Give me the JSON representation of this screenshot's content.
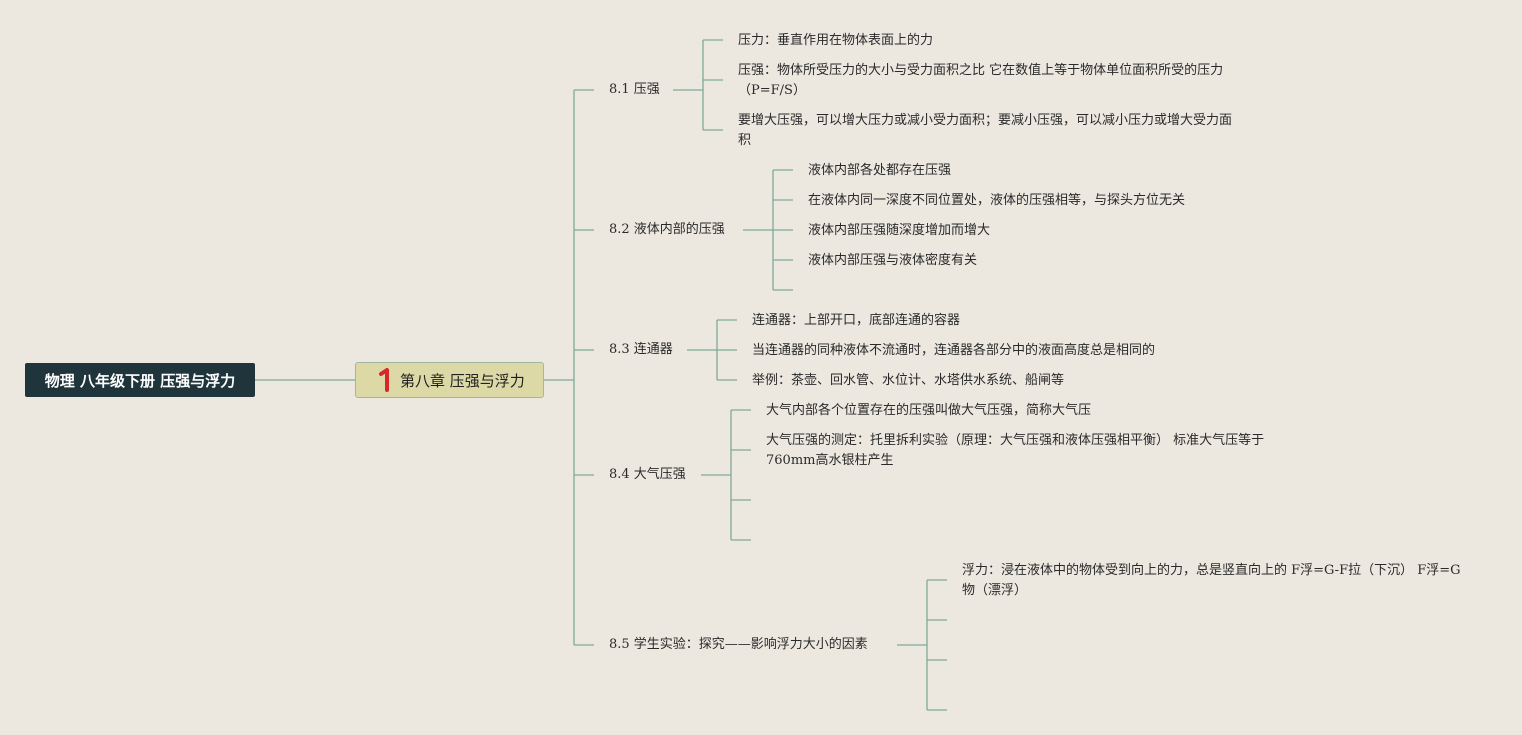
{
  "root": {
    "label": "物理 八年级下册 压强与浮力"
  },
  "chapter": {
    "number": "1",
    "label": "第八章 压强与浮力",
    "number_color": "#d9262b"
  },
  "colors": {
    "line": "#7faa95",
    "root_bg": "#1f343b",
    "chapter_bg": "#dcd9a6"
  },
  "sections": [
    {
      "label": "8.1 压强",
      "items": [
        "压力：垂直作用在物体表面上的力",
        "压强：物体所受压力的大小与受力面积之比 它在数值上等于物体单位面积所受的压力（P=F/S）",
        "要增大压强，可以增大压力或减小受力面积；要减小压强，可以减小压力或增大受力面积"
      ]
    },
    {
      "label": "8.2 液体内部的压强",
      "items": [
        "液体内部各处都存在压强",
        "在液体内同一深度不同位置处，液体的压强相等，与探头方位无关",
        "液体内部压强随深度增加而增大",
        "液体内部压强与液体密度有关",
        ""
      ]
    },
    {
      "label": "8.3 连通器",
      "items": [
        "连通器：上部开口，底部连通的容器",
        "当连通器的同种液体不流通时，连通器各部分中的液面高度总是相同的",
        "举例：茶壶、回水管、水位计、水塔供水系统、船闸等"
      ]
    },
    {
      "label": "8.4 大气压强",
      "items": [
        "大气内部各个位置存在的压强叫做大气压强，简称大气压",
        "大气压强的测定：托里拆利实验（原理：大气压强和液体压强相平衡） 标准大气压等于760mm高水银柱产生",
        "",
        ""
      ]
    },
    {
      "label": "8.5 学生实验：探究——影响浮力大小的因素",
      "items": [
        "浮力：浸在液体中的物体受到向上的力，总是竖直向上的 F浮=G-F拉（下沉） F浮=G物（漂浮）",
        "",
        "",
        ""
      ]
    }
  ]
}
